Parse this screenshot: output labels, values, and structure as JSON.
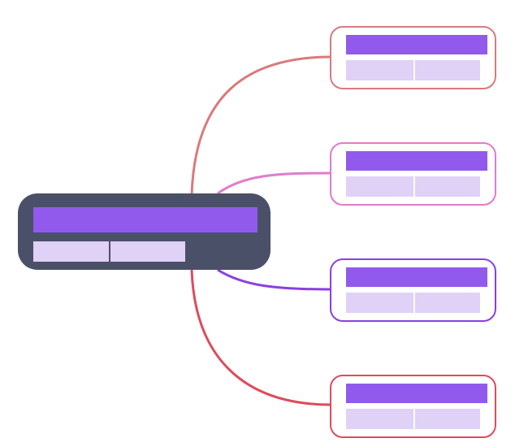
{
  "colors": {
    "root_fill": "#4b5069",
    "header_fill": "#915aed",
    "cell_fill": "#e0d1f6",
    "cell_divider": "#4b5069"
  },
  "root": {
    "header_text": "",
    "cells": [
      "",
      ""
    ]
  },
  "children": [
    {
      "id": "branch-1",
      "border_color": "#d97a7c",
      "edge_color": "#d97a7c",
      "header_text": "",
      "cells": [
        "",
        ""
      ]
    },
    {
      "id": "branch-2",
      "border_color": "#e07ccb",
      "edge_color": "#e07ccb",
      "header_text": "",
      "cells": [
        "",
        ""
      ]
    },
    {
      "id": "branch-3",
      "border_color": "#8a3fe2",
      "edge_color": "#8a3fe2",
      "header_text": "",
      "cells": [
        "",
        ""
      ]
    },
    {
      "id": "branch-4",
      "border_color": "#dc4c5d",
      "edge_color": "#dc4c5d",
      "header_text": "",
      "cells": [
        "",
        ""
      ]
    }
  ]
}
